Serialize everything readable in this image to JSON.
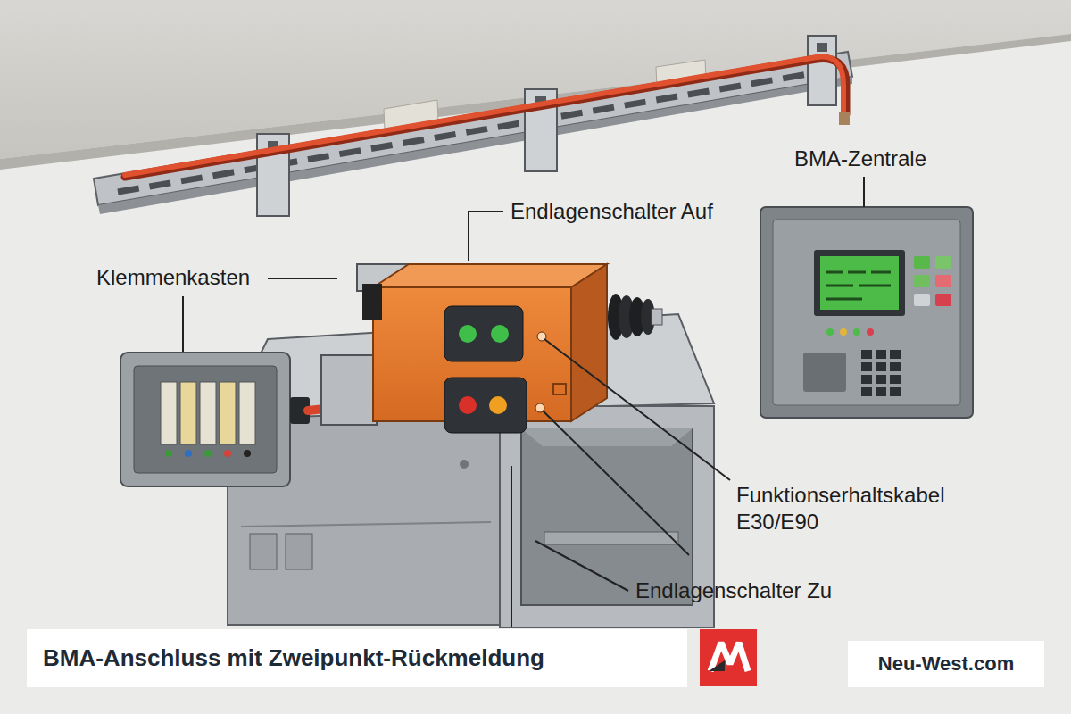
{
  "diagram": {
    "title": "BMA-Anschluss mit Zweipunkt-Rückmeldung",
    "labels": [
      "BMA-Zentrale",
      "Endlagenschalter Auf",
      "Klemmenkasten",
      "Funktionserhaltskabel E30/E90",
      "Endlagenschalter Zu",
      "Neu-West.com"
    ]
  }
}
